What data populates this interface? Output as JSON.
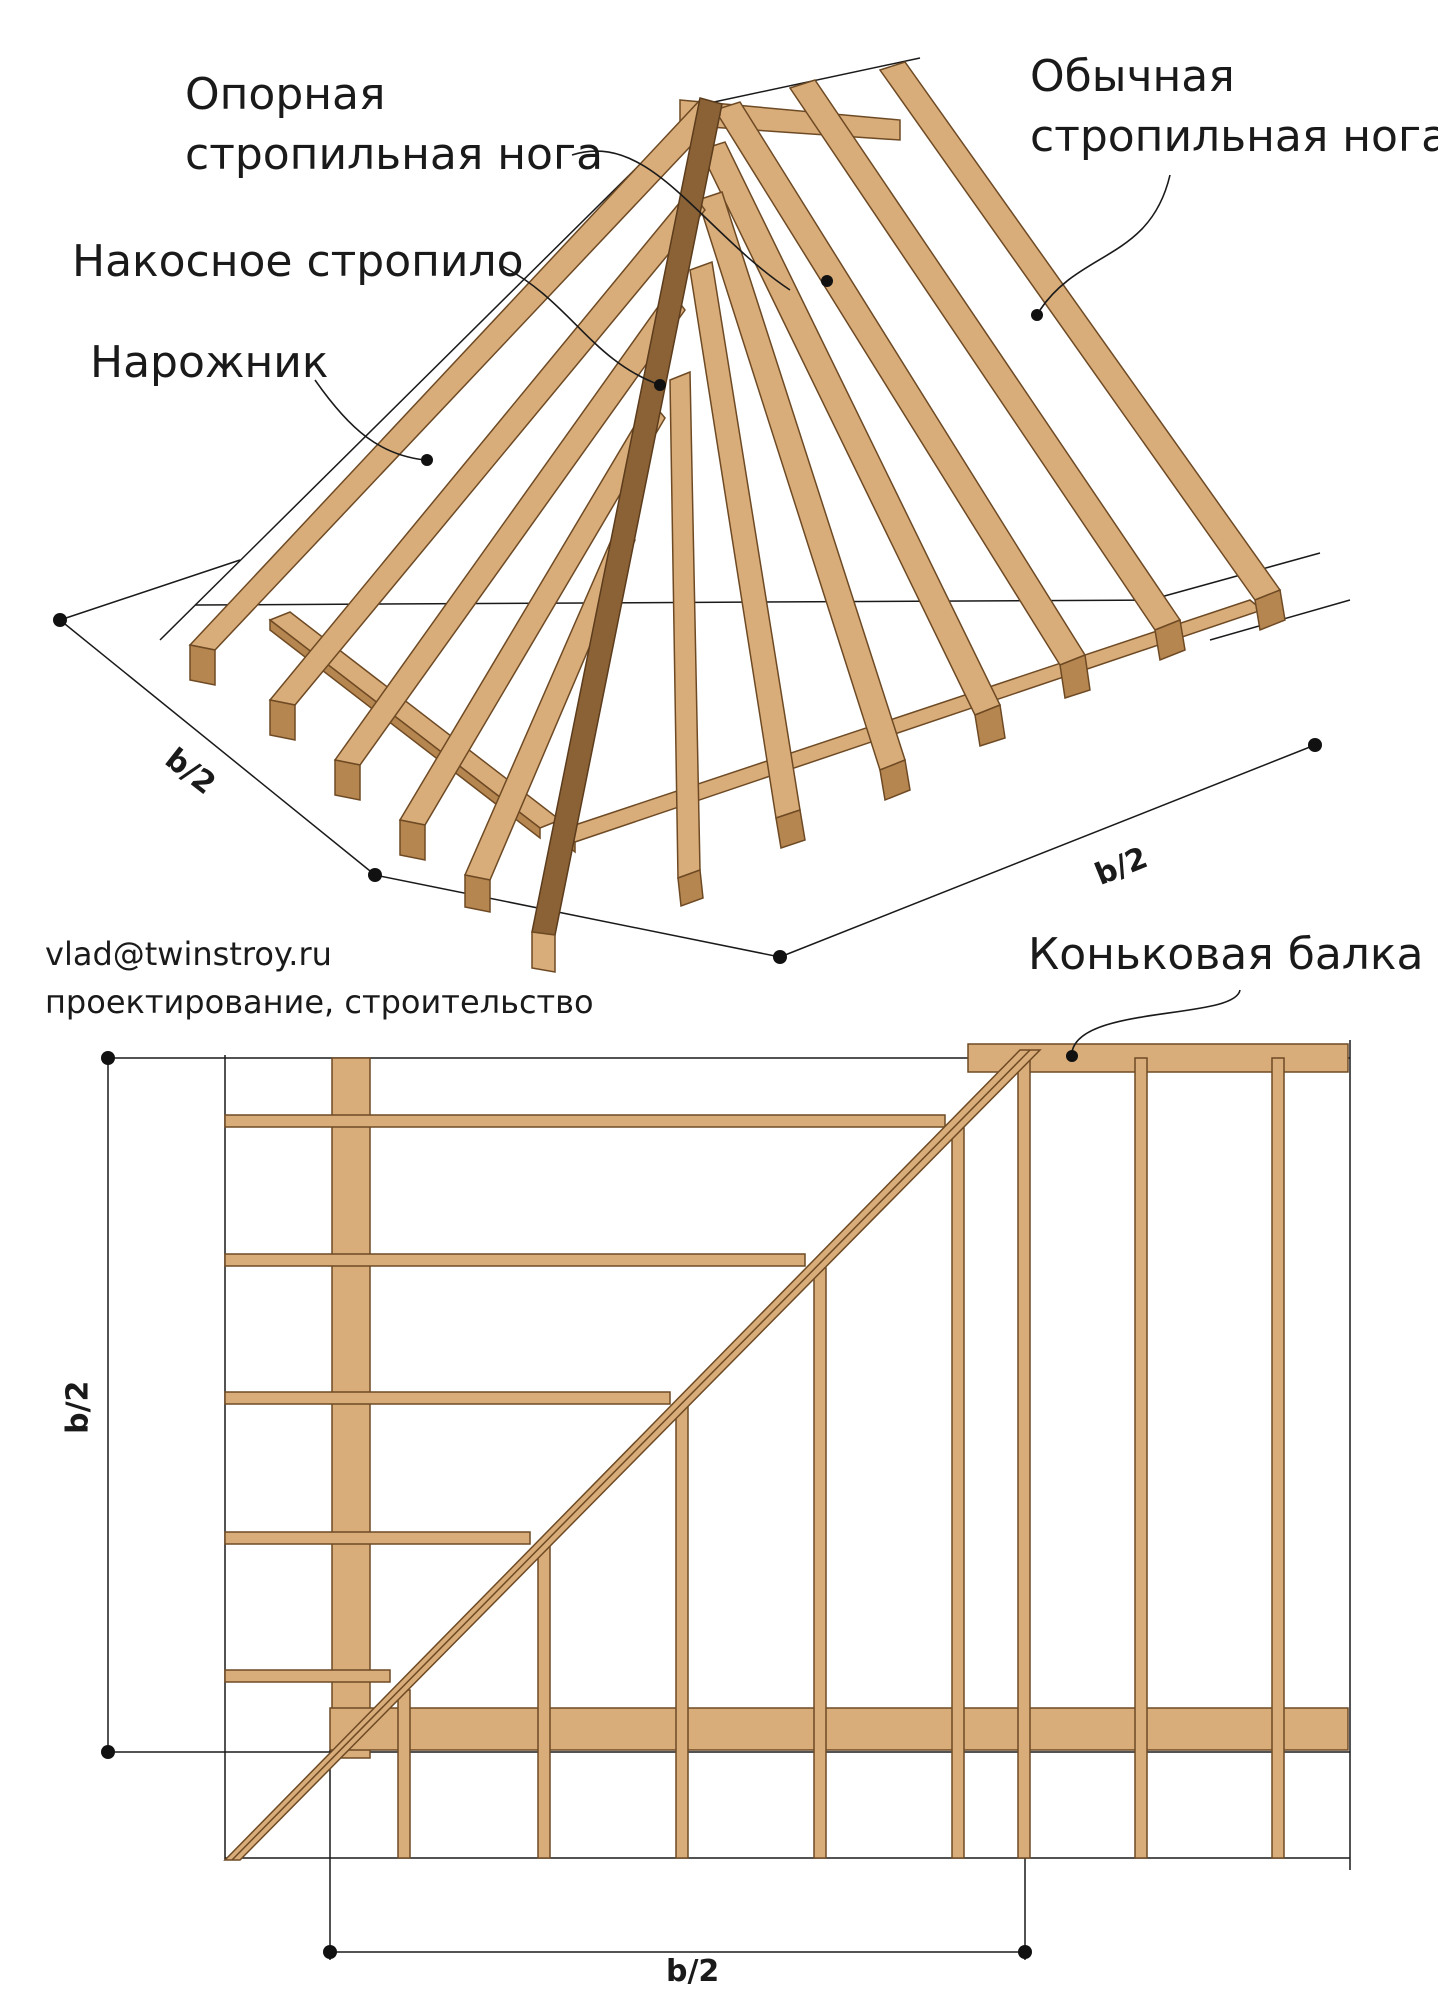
{
  "labels": {
    "support_rafter_l1": "Опорная",
    "support_rafter_l2": "стропильная нога",
    "common_rafter_l1": "Обычная",
    "common_rafter_l2": "стропильная нога",
    "hip_rafter": "Накосное стропило",
    "jack_rafter": "Нарожник",
    "ridge_beam": "Коньковая балка"
  },
  "contact": {
    "email": "vlad@twinstroy.ru",
    "tagline": "проектирование, строительство"
  },
  "dimensions": {
    "top_left": "b/2",
    "top_right": "b/2",
    "plan_vertical": "b/2",
    "plan_horizontal": "b/2"
  },
  "colors": {
    "wood_light": "#d9ad7a",
    "wood_mid": "#b68650",
    "wood_dark": "#8a6236",
    "wood_edge": "#6e4a24",
    "line": "#1a1a1a"
  }
}
